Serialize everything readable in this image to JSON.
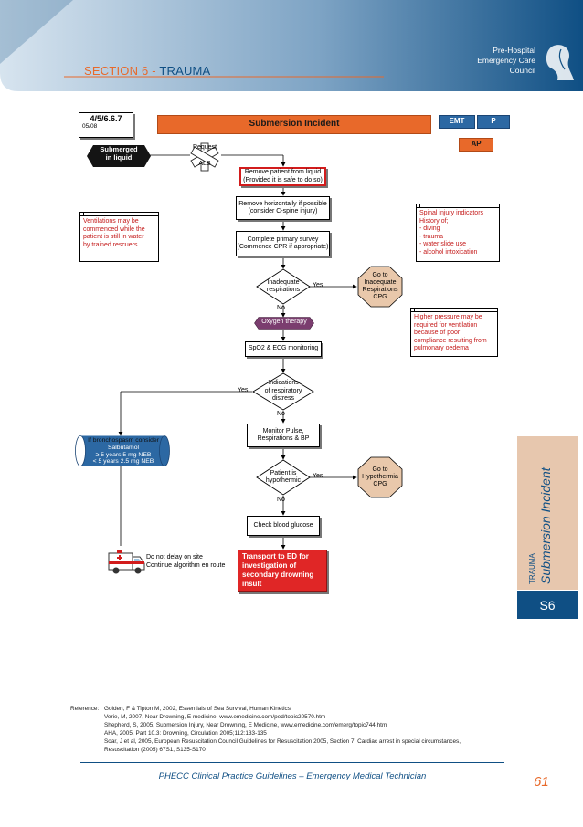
{
  "header": {
    "section_prefix": "SECTION 6 - ",
    "section_name": "TRAUMA",
    "org_line1": "Pre-Hospital",
    "org_line2": "Emergency Care",
    "org_line3": "Council",
    "brand_color": "#0f4f84",
    "accent_color": "#e8692a"
  },
  "side_tab": {
    "category": "TRAUMA",
    "title": "Submersion Incident",
    "code": "S6"
  },
  "cpg": {
    "code": "4/5/6.6.7",
    "date": "05/08",
    "title": "Submersion Incident",
    "level_emt": "EMT",
    "level_p": "P",
    "level_ap": "AP"
  },
  "flow": {
    "start": "Submerged in liquid",
    "request_label": "Request",
    "als_label": "ALS",
    "remove_liquid_l1": "Remove patient from liquid",
    "remove_liquid_l2": "(Provided it is safe to do so)",
    "remove_horiz_l1": "Remove horizontally if possible",
    "remove_horiz_l2": "(consider C-spine injury)",
    "primary_l1": "Complete primary survey",
    "primary_l2": "(Commence CPR if appropriate)",
    "inadequate_l1": "Inadequate",
    "inadequate_l2": "respirations",
    "goto_resp_l1": "Go to",
    "goto_resp_l2": "Inadequate",
    "goto_resp_l3": "Respirations",
    "goto_resp_l4": "CPG",
    "oxygen": "Oxygen therapy",
    "spo2": "SpO2 & ECG monitoring",
    "distress_l1": "Indications",
    "distress_l2": "of respiratory",
    "distress_l3": "distress",
    "monitor_l1": "Monitor Pulse,",
    "monitor_l2": "Respirations & BP",
    "hypo_l1": "Patient is",
    "hypo_l2": "hypothermic",
    "goto_hypo_l1": "Go to",
    "goto_hypo_l2": "Hypothermia",
    "goto_hypo_l3": "CPG",
    "glucose": "Check blood glucose",
    "bronch_l1": "If bronchospasm consider",
    "bronch_l2": "Salbutamol",
    "bronch_l3": "≥ 5 years 5 mg NEB",
    "bronch_l4": "< 5 years 2.5 mg NEB",
    "transport_l1": "Transport to ED for",
    "transport_l2": "investigation of",
    "transport_l3": "secondary drowning",
    "transport_l4": "insult",
    "delay_l1": "Do not delay on site",
    "delay_l2": "Continue algorithm en route",
    "yes": "Yes",
    "no": "No"
  },
  "notes": {
    "ventilation_l1": "Ventilations may be",
    "ventilation_l2": "commenced while the",
    "ventilation_l3": "patient is still in water",
    "ventilation_l4": "by trained rescuers",
    "spinal_l1": "Spinal injury indicators",
    "spinal_l2": "History of;",
    "spinal_l3": "- diving",
    "spinal_l4": "- trauma",
    "spinal_l5": "- water slide use",
    "spinal_l6": "- alcohol intoxication",
    "pressure_l1": "Higher pressure may be",
    "pressure_l2": "required for ventilation",
    "pressure_l3": "because of poor",
    "pressure_l4": "compliance resulting from",
    "pressure_l5": "pulmonary oedema"
  },
  "reference": {
    "label": "Reference:",
    "r1": "Golden, F & Tipton M, 2002, Essentials of Sea Survival, Human Kinetics",
    "r2": "Verie, M, 2007, Near Drowning, E medicine, www.emedicine.com/ped/topic20570.htm",
    "r3": "Shepherd, S, 2005, Submersion Injury, Near Drowning, E Medicine, www.emedicine.com/emerg/topic744.htm",
    "r4": "AHA, 2005, Part 10.3: Drowning, Circulation 2005;112:133-135",
    "r5": "Soar, J et al, 2005, European Resuscitation Council Guidelines for Resuscitation 2005, Section 7. Cardiac arrest in special circumstances,",
    "r6": "Resuscitation (2005) 67S1, S135-S170"
  },
  "footer": {
    "text": "PHECC Clinical Practice Guidelines – Emergency Medical Technician",
    "page": "61"
  }
}
